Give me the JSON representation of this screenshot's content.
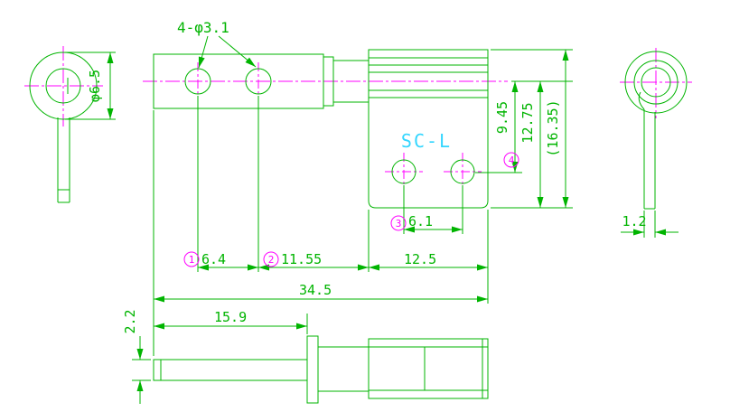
{
  "drawing": {
    "part_label": "SC-L",
    "hole_callout": "4-φ3.1",
    "knuckle_dia": "φ6.5",
    "pin_width": "1.2",
    "pin_thickness": "2.2",
    "stem_length": "15.9",
    "total_width": "34.5",
    "right_plate_width": "12.5",
    "center_to_hole": "9.45",
    "center_to_bottom": "12.75",
    "plate_height_ref": "(16.35)",
    "dim1": {
      "index": "1",
      "value": "6.4"
    },
    "dim2": {
      "index": "2",
      "value": "11.55"
    },
    "dim3": {
      "index": "3",
      "value": "6.1"
    },
    "dim4": {
      "index": "4"
    }
  },
  "colors": {
    "line_green": "#00b400",
    "centerline_magenta": "#ff00ff",
    "label_cyan": "#33d6ff",
    "background": "#ffffff"
  }
}
